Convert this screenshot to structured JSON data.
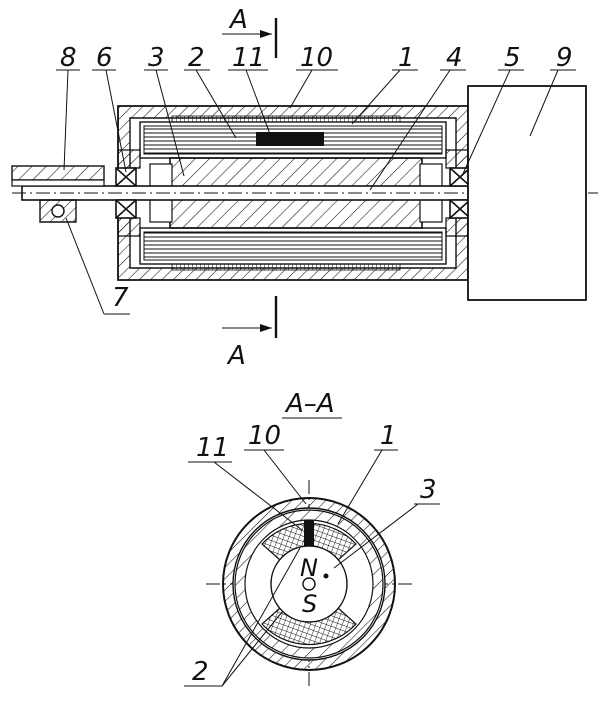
{
  "section_marks": {
    "top": "A",
    "bottom": "A",
    "title": "A–A"
  },
  "labels_top": [
    "8",
    "6",
    "3",
    "2",
    "11",
    "10",
    "1",
    "4",
    "5",
    "9",
    "7"
  ],
  "labels_section": [
    "11",
    "10",
    "1",
    "3",
    "2",
    "N",
    "S"
  ],
  "colors": {
    "ink": "#111111",
    "paper": "#ffffff"
  }
}
